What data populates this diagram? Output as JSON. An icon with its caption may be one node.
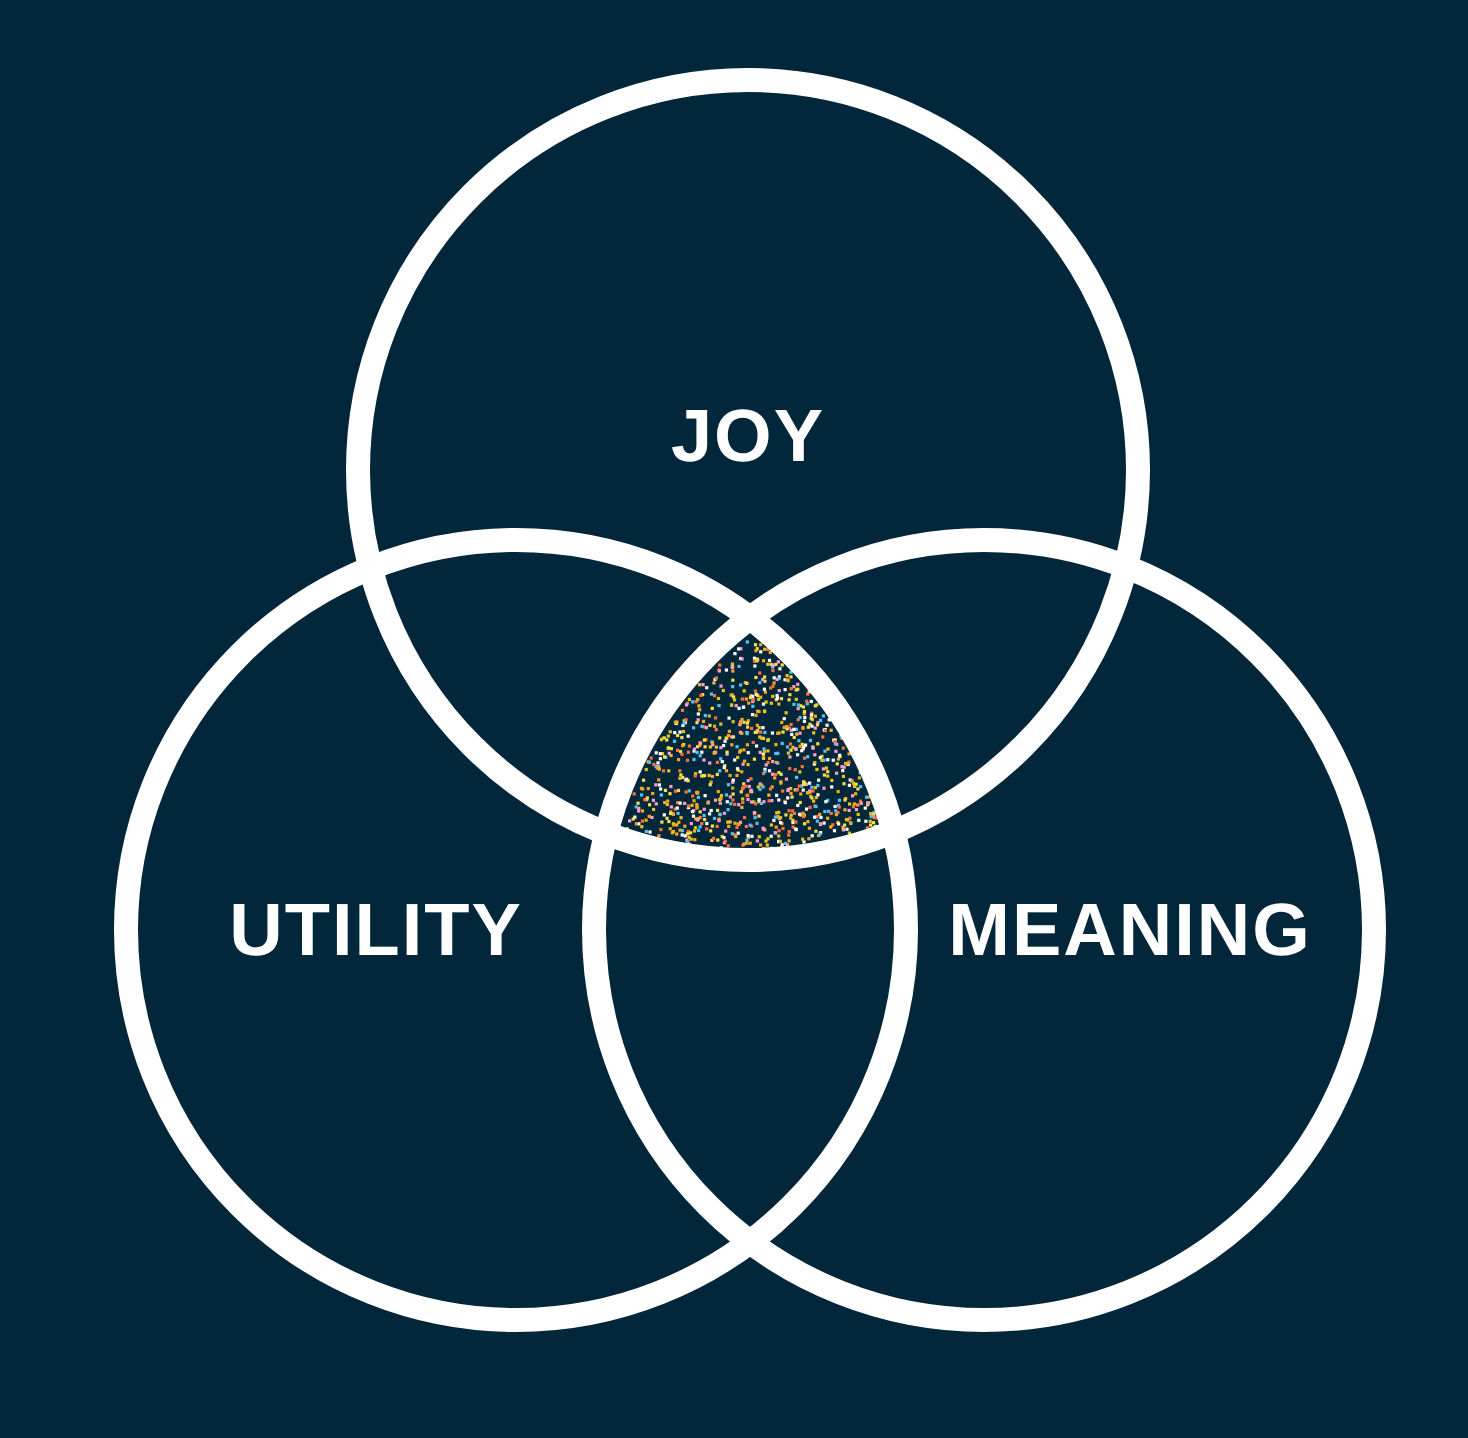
{
  "diagram": {
    "nodes": [
      {
        "text": [
          "JOY"
        ]
      },
      {
        "text": [
          "UTILITY"
        ]
      },
      {
        "text": [
          "MEANING"
        ]
      }
    ]
  }
}
